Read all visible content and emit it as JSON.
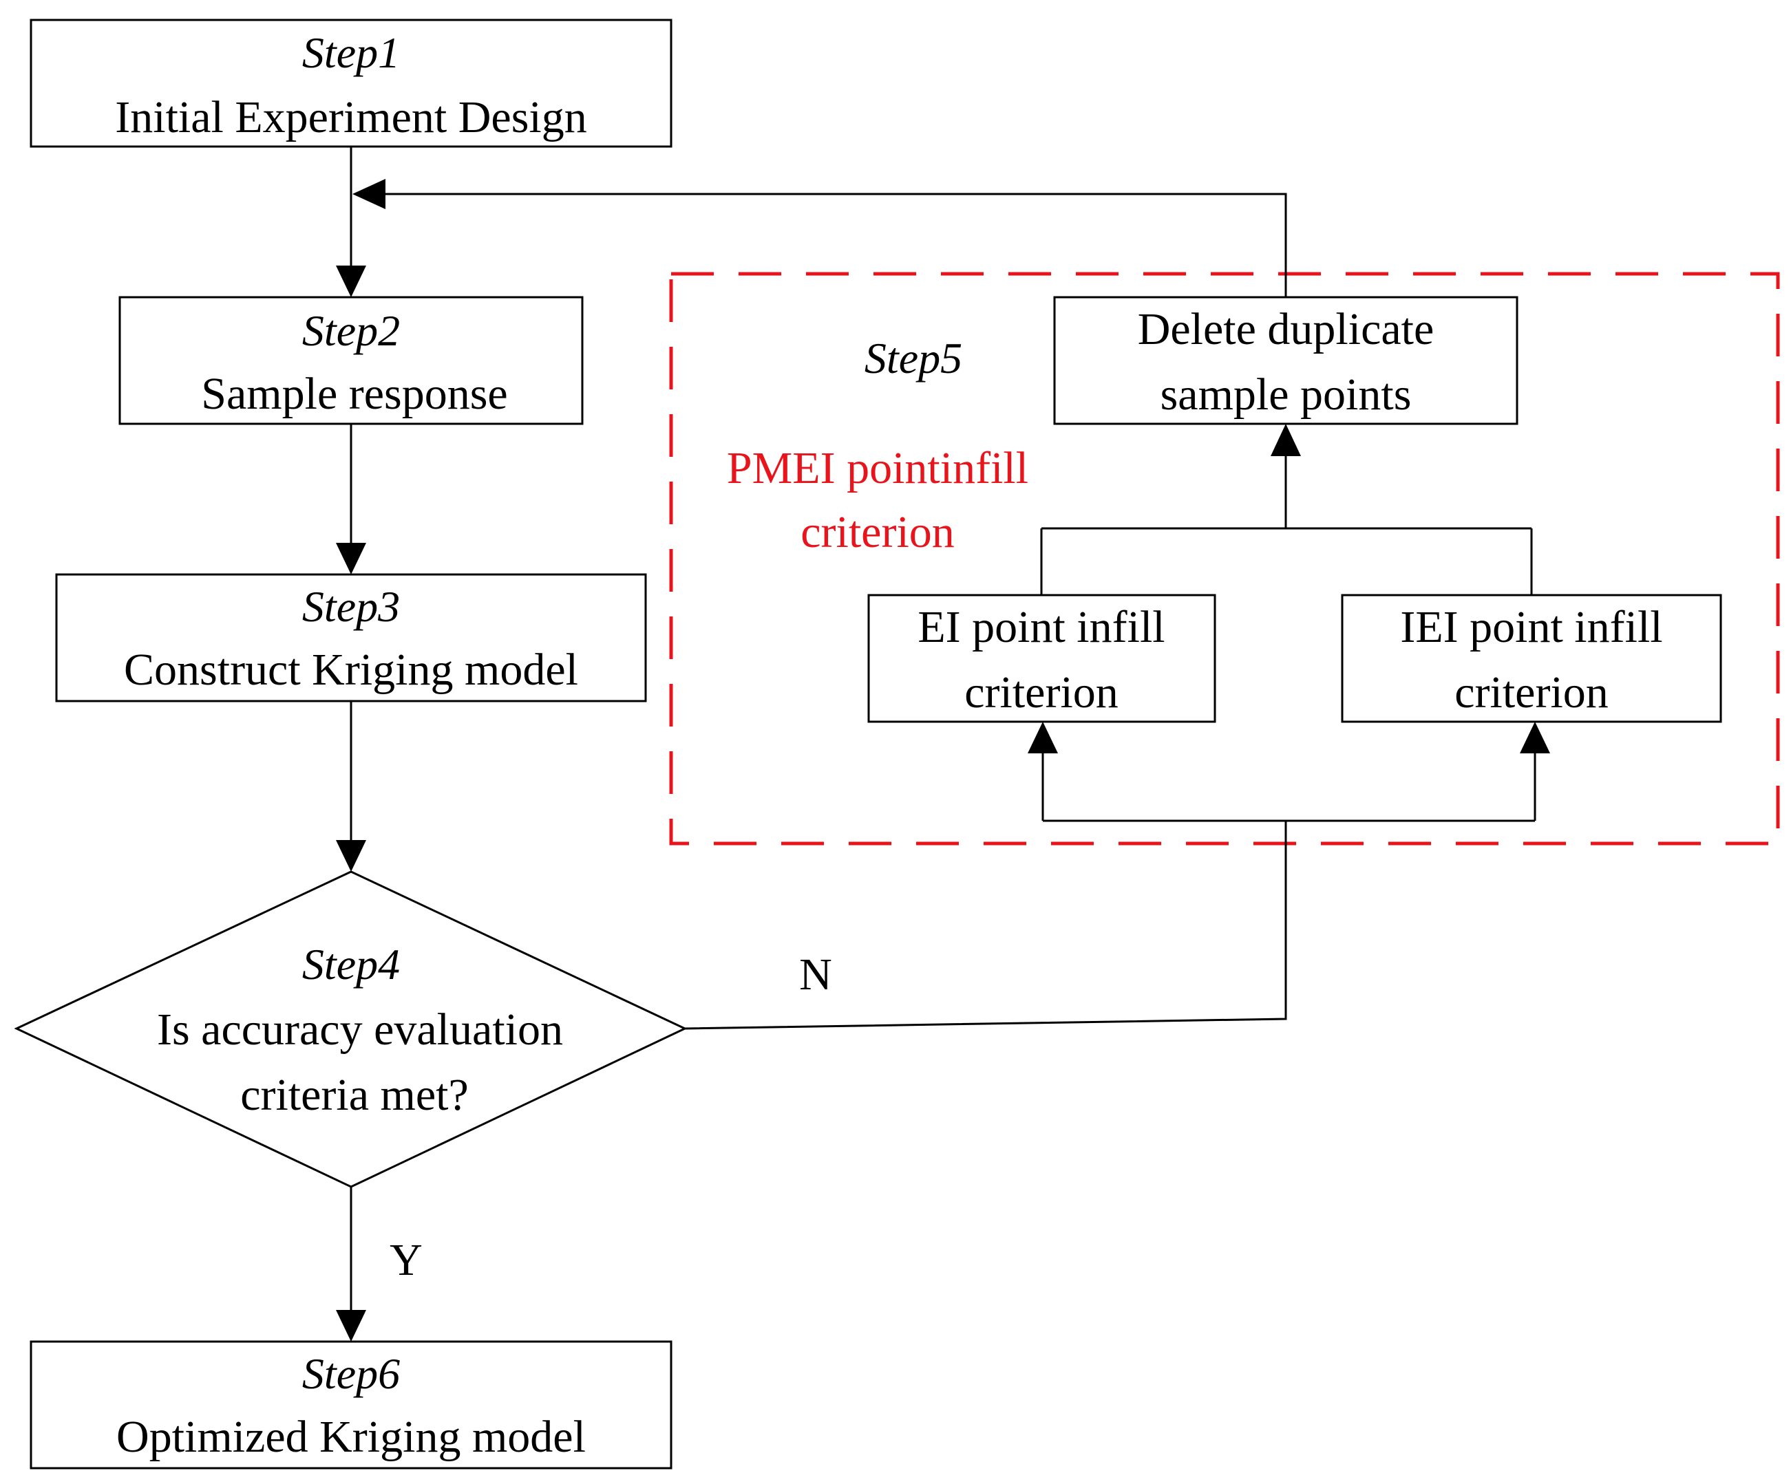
{
  "colors": {
    "stroke": "#000000",
    "accent": "#e8141c",
    "background": "#ffffff"
  },
  "step1": {
    "tag": "Step1",
    "text": "Initial Experiment Design"
  },
  "step2": {
    "tag": "Step2",
    "text": "Sample response"
  },
  "step3": {
    "tag": "Step3",
    "text": "Construct Kriging model"
  },
  "step4": {
    "tag": "Step4",
    "line1": "Is accuracy evaluation",
    "line2": "criteria met?"
  },
  "step5": {
    "tag": "Step5",
    "criterion_line1": "PMEI pointinfill",
    "criterion_line2": "criterion",
    "delete_line1": "Delete duplicate",
    "delete_line2": "sample points",
    "ei_line1": "EI point infill",
    "ei_line2": "criterion",
    "iei_line1": "IEI point infill",
    "iei_line2": "criterion"
  },
  "step6": {
    "tag": "Step6",
    "text": "Optimized Kriging model"
  },
  "branches": {
    "no": "N",
    "yes": "Y"
  }
}
